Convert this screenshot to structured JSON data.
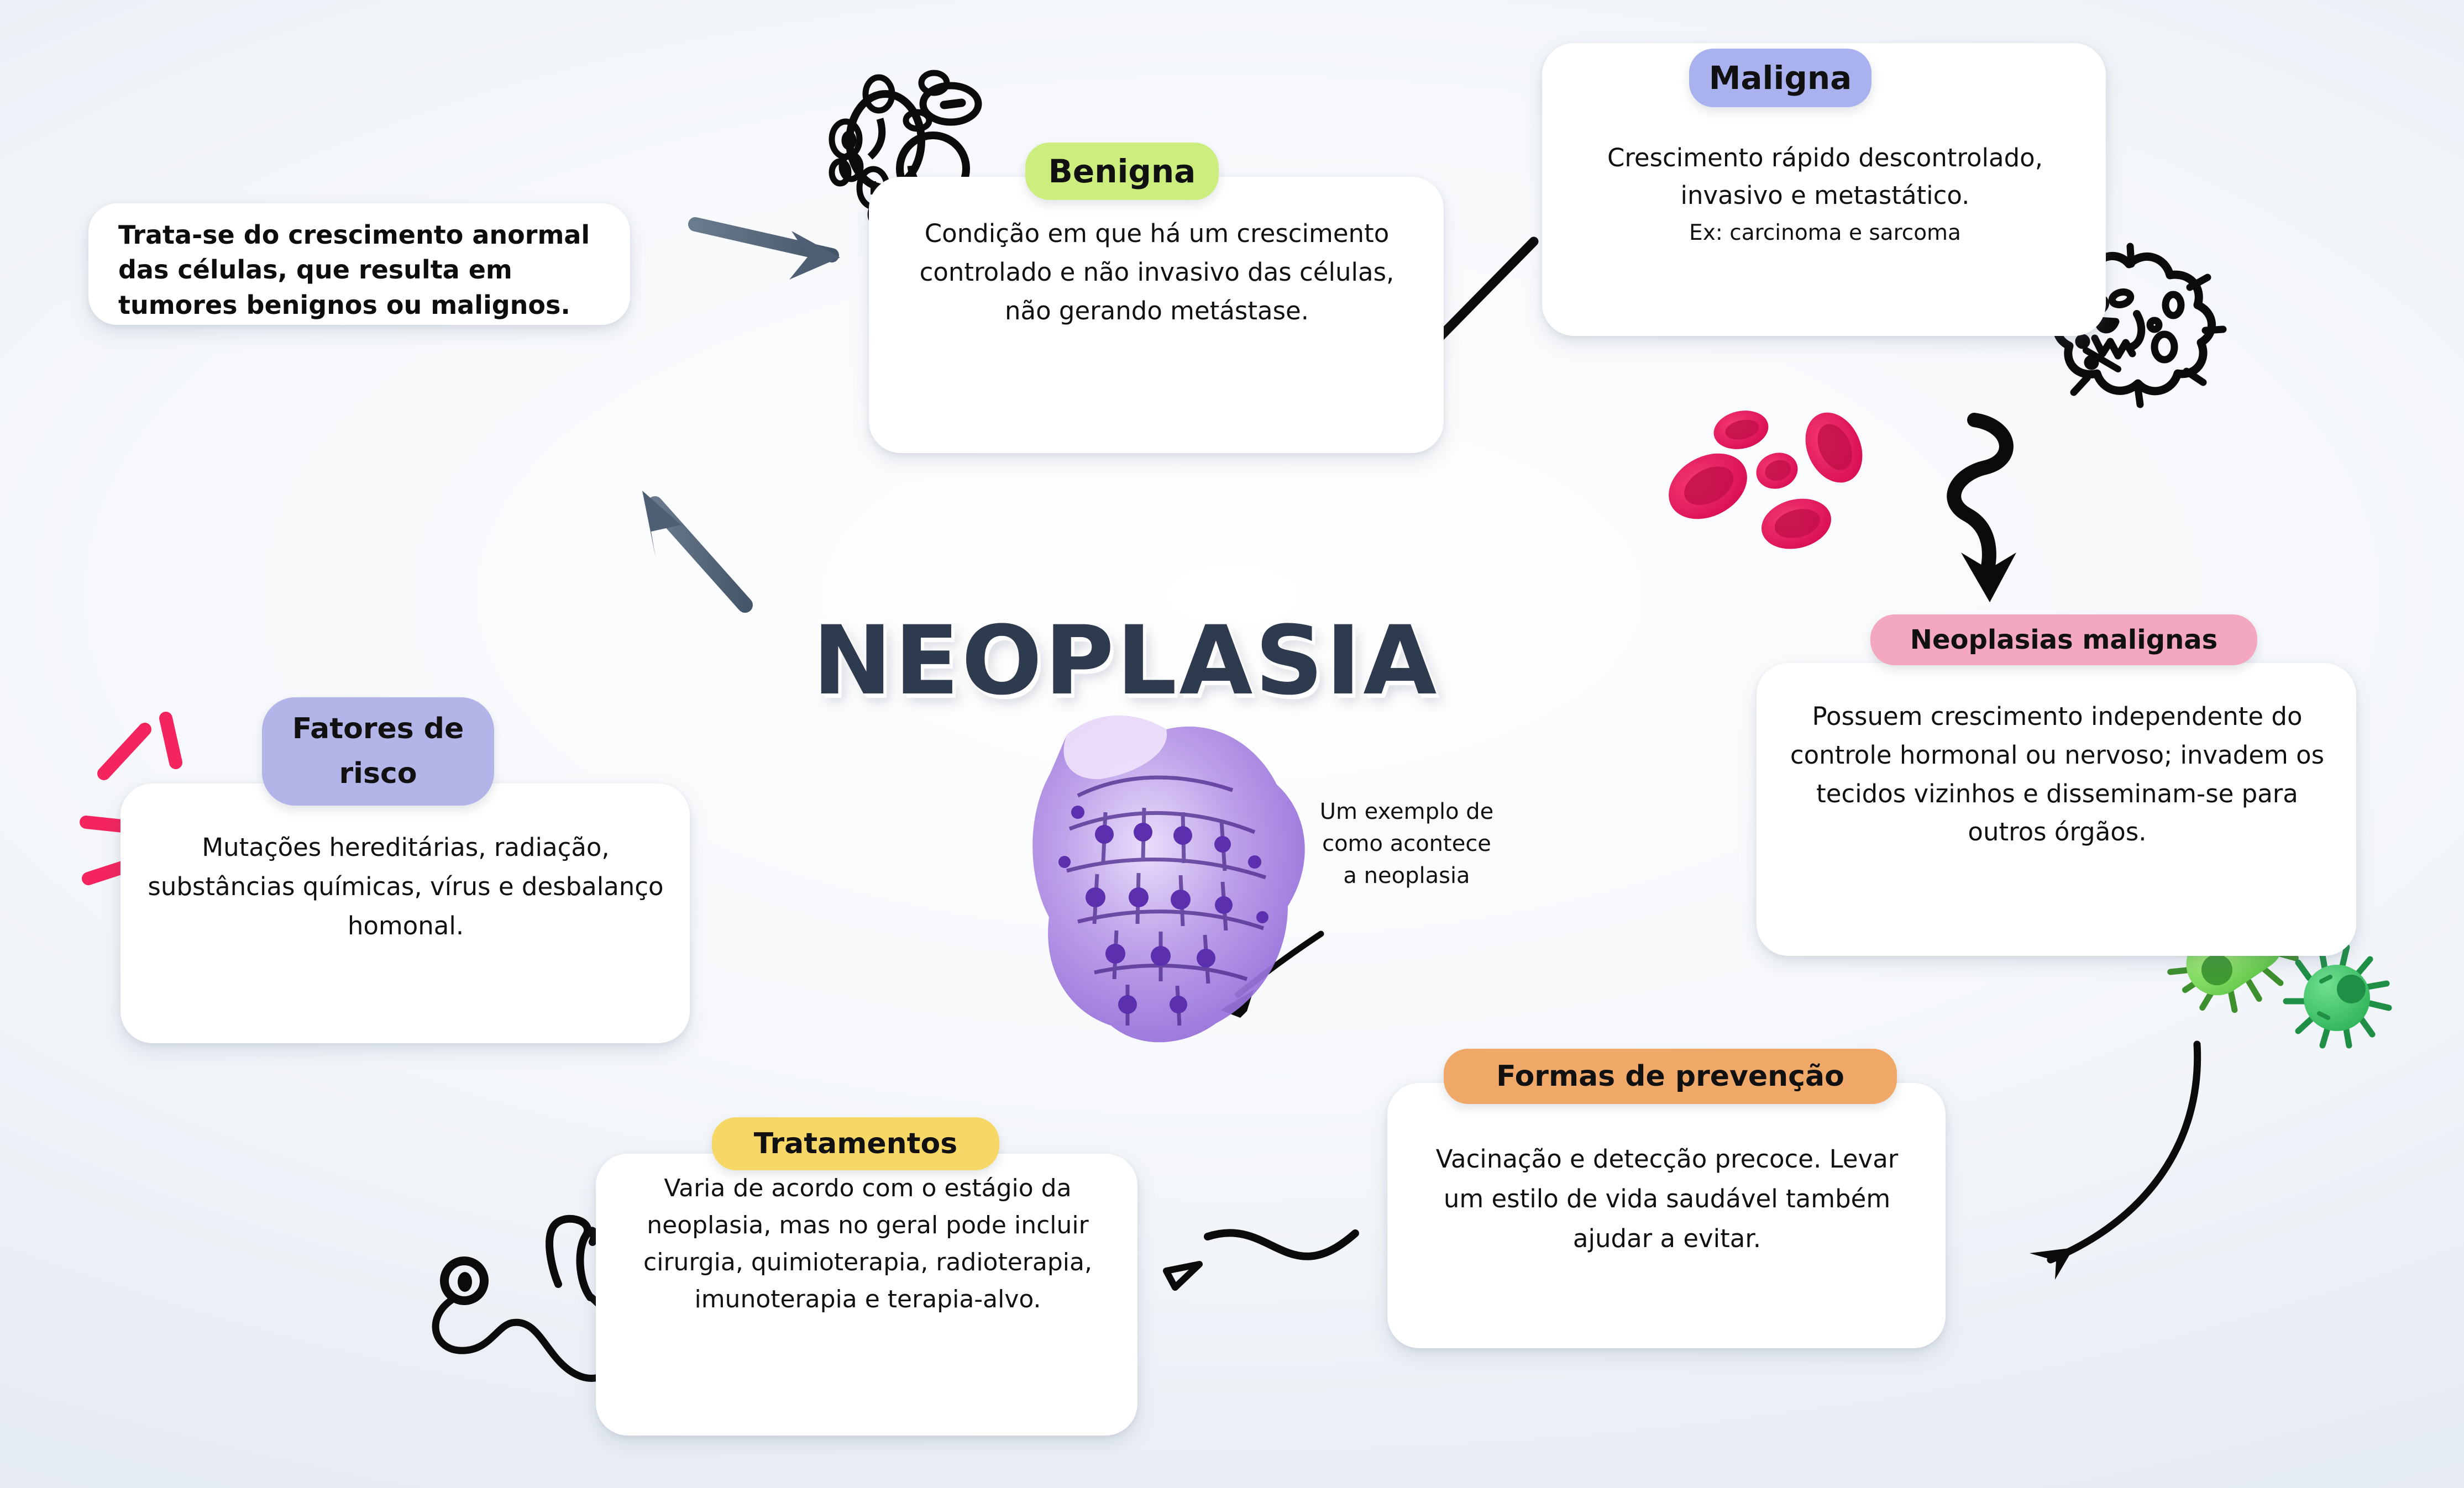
{
  "center": {
    "title": "NEOPLASIA",
    "illustration_name": "neoplasia-cell-histology-image",
    "annotation": "Um exemplo de como acontece a neoplasia"
  },
  "cards": [
    {
      "id": "definicao",
      "label": "",
      "label_color": "",
      "text": "Trata-se do crescimento anormal das células, que resulta em tumores benignos ou malignos."
    },
    {
      "id": "benigna",
      "label": "Benigna",
      "label_color": "#ccee7f",
      "text": "Condição em que há um crescimento controlado e não invasivo das células, não gerando metástase."
    },
    {
      "id": "maligna",
      "label": "Maligna",
      "label_color": "#a9b2ef",
      "text": "Crescimento rápido descontrolado, invasivo e metastático.",
      "text2": "Ex: carcinoma e sarcoma"
    },
    {
      "id": "neoplasias-malignas",
      "label": "Neoplasias malignas",
      "label_color": "#f4a8c0",
      "text": "Possuem crescimento independente do controle hormonal ou nervoso; invadem os tecidos vizinhos e disseminam-se para outros órgãos."
    },
    {
      "id": "fatores-de-risco",
      "label": "Fatores de risco",
      "label_color": "#b3b4e8",
      "text": "Mutações hereditárias, radiação, substâncias químicas, vírus e desbalanço homonal."
    },
    {
      "id": "tratamentos",
      "label": "Tratamentos",
      "label_color": "#f7d765",
      "text": "Varia de acordo com o estágio da neoplasia, mas no geral pode incluir cirurgia, quimioterapia, radioterapia, imunoterapia e terapia-alvo."
    },
    {
      "id": "formas-de-prevencao",
      "label": "Formas de prevenção",
      "label_color": "#f0a869",
      "text": "Vacinação e detecção precoce. Levar um estilo de vida saudável também ajudar a evitar."
    }
  ],
  "decorations": [
    {
      "name": "bubbles-cells-doodle"
    },
    {
      "name": "monster-cancer-cell-doodle"
    },
    {
      "name": "red-blood-cells-illustration"
    },
    {
      "name": "green-bacteria-illustration"
    },
    {
      "name": "stethoscope-doodle"
    },
    {
      "name": "pink-spark-lines-doodle"
    }
  ],
  "connectors": [
    {
      "name": "arrow-definicao-to-benigna",
      "style": "straight-right"
    },
    {
      "name": "arrow-center-to-definicao",
      "style": "straight-up-left"
    },
    {
      "name": "line-benigna-to-maligna",
      "style": "diagonal-line"
    },
    {
      "name": "arrow-maligna-to-neoplasias-malignas",
      "style": "curly-down"
    },
    {
      "name": "arrow-neoplasias-to-prevencao",
      "style": "curved-down-left"
    },
    {
      "name": "arrow-prevencao-to-tratamentos",
      "style": "s-curve-left"
    },
    {
      "name": "arrow-illustration-pointer",
      "style": "short-down-left"
    }
  ],
  "palette": {
    "background": "#e8edf4",
    "title_color": "#2e3a4d",
    "ink": "#111111",
    "slate_arrow": "#5a6b7d",
    "red_blood": "#e8195c",
    "green_microbe": "#7fd957",
    "pink_spark": "#f4245e",
    "cell_purple": "#7a56c9"
  }
}
